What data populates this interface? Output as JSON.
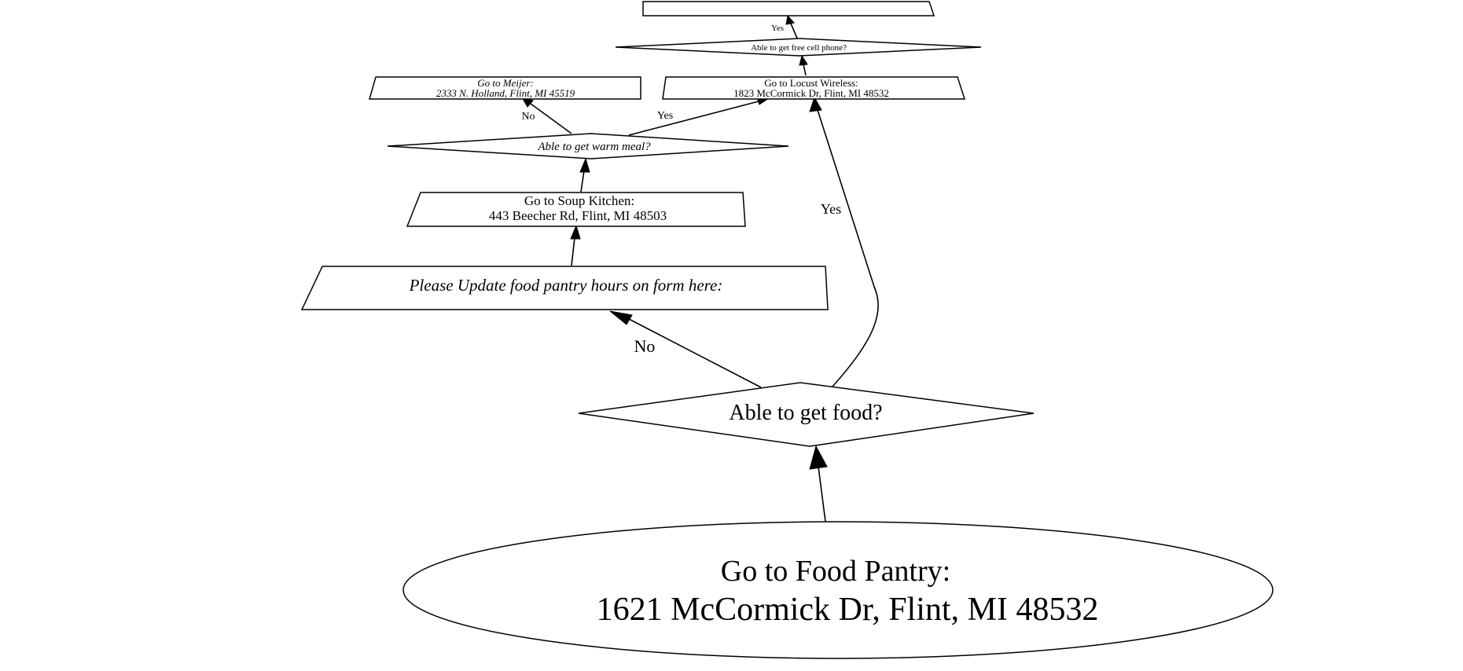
{
  "colors": {
    "background": "#ffffff",
    "stroke": "#000000",
    "text": "#000000"
  },
  "nodes": {
    "food_pantry": {
      "line1": "Go to Food Pantry:",
      "line2": "1621 McCormick Dr, Flint, MI 48532"
    },
    "able_food": {
      "label": "Able to get food?"
    },
    "update_hours": {
      "label": "Please Update food pantry hours on form here:"
    },
    "soup_kitchen": {
      "line1": "Go to Soup Kitchen:",
      "line2": "443 Beecher Rd, Flint, MI 48503"
    },
    "warm_meal": {
      "label": "Able to get warm meal?"
    },
    "meijer": {
      "line1": "Go to Meijer:",
      "line2": "2333 N. Holland, Flint, MI 45519"
    },
    "locust_wireless": {
      "line1": "Go to Locust Wireless:",
      "line2": "1823 McCormick Dr, Flint, MI 48532"
    },
    "cell_phone": {
      "label": "Able to get free cell phone?"
    },
    "top_box": {
      "label": ""
    }
  },
  "edges": {
    "food_no": "No",
    "food_yes": "Yes",
    "meal_no": "No",
    "meal_yes": "Yes",
    "phone_yes": "Yes"
  }
}
